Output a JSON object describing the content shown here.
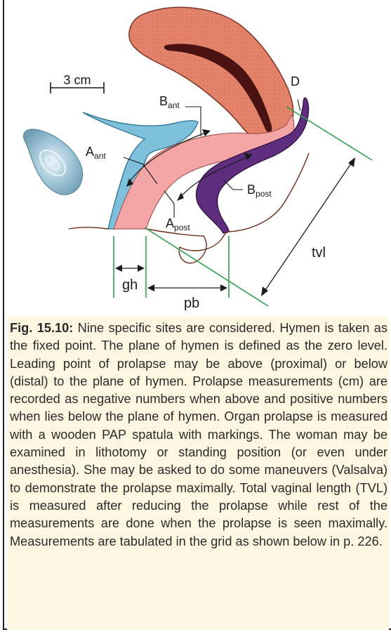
{
  "figure": {
    "scale_label": "3 cm",
    "labels": {
      "b_ant": {
        "main": "B",
        "sub": "ant"
      },
      "a_ant": {
        "main": "A",
        "sub": "ant"
      },
      "a_post": {
        "main": "A",
        "sub": "post"
      },
      "b_post": {
        "main": "B",
        "sub": "post"
      },
      "d": "D",
      "tvl": "tvl",
      "gh": "gh",
      "pb": "pb"
    },
    "colors": {
      "uterus": "#e2836a",
      "uterus_cavity": "#4a1210",
      "bladder": "#7fc0dc",
      "vagina": "#f4a6a6",
      "rectum": "#5e2d7e",
      "ovary": "#7aa6bd",
      "guide_line": "#2e9e4e"
    }
  },
  "caption": {
    "label": "Fig. 15.10:",
    "text": " Nine specific sites are considered. Hymen is taken as the fixed point. The plane of hymen is defined as the zero level. Leading point of prolapse may be above (proximal) or below (distal) to the plane of hymen. Prolapse measurements (cm) are recorded as negative numbers when above and positive numbers when lies below the plane of hymen. Organ prolapse is measured with a wooden PAP spatula with markings. The woman may be examined in lithotomy or standing position (or even under anesthesia). She may be asked to do some maneuvers (Valsalva) to demonstrate the prolapse maximally. Total vaginal length (TVL) is measured after reducing the prolapse while rest of the measurements are done when the prolapse is seen maximally. Measurements are tabulated in the grid as shown below in p. 226."
  }
}
